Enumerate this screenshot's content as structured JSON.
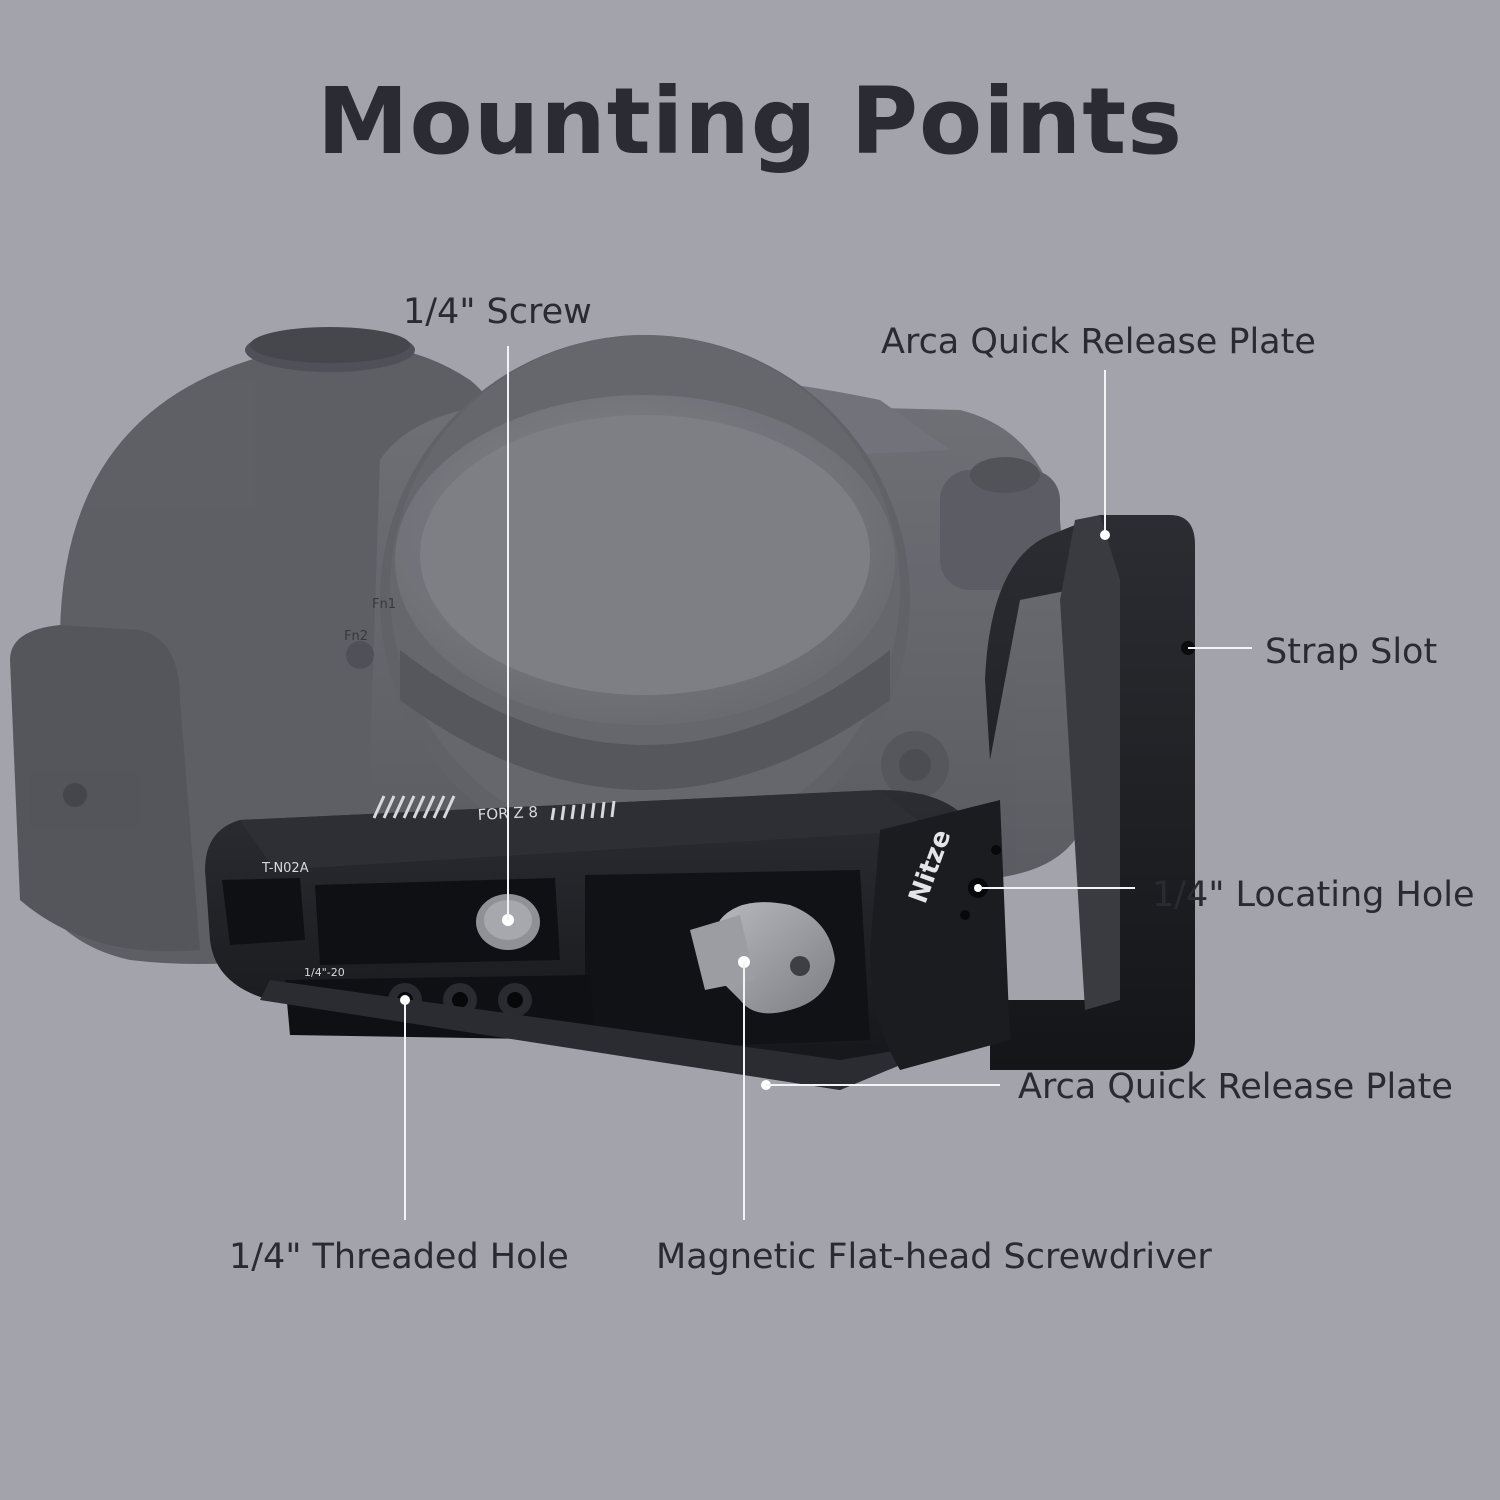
{
  "title": "Mounting Points",
  "callouts": {
    "screw": "1/4\" Screw",
    "arca_top": "Arca Quick Release Plate",
    "strap_slot": "Strap Slot",
    "locating_hole": "1/4\" Locating Hole",
    "arca_bottom": "Arca Quick Release Plate",
    "threaded_hole": "1/4\" Threaded Hole",
    "screwdriver": "Magnetic Flat-head Screwdriver"
  },
  "engravings": {
    "model": "FOR Z 8",
    "part_number": "T-N02A",
    "thread_mark": "1/4\"-20",
    "brand": "Nitze",
    "button_fn1": "Fn1",
    "button_fn2": "Fn2"
  },
  "colors": {
    "background": "#a2a3ab",
    "text": "#2a2b31",
    "camera": "#5f6066",
    "bracket": "#1d1e22",
    "leader_line": "#ffffff"
  }
}
